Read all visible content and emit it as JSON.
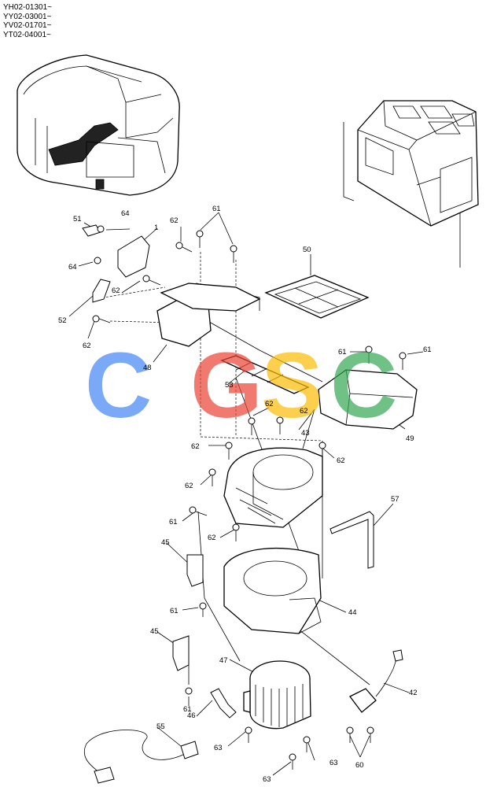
{
  "header_lines": [
    "YH02-01301~",
    "YY02-03001~",
    "YV02-01701~",
    "YT02-04001~"
  ],
  "watermark": {
    "letters": [
      "C",
      "G",
      "S",
      "C"
    ],
    "colors": [
      "#4285F4",
      "#EA4335",
      "#FBBC05",
      "#34A853"
    ]
  },
  "callouts": {
    "c1": "1",
    "c42": "42",
    "c43": "43",
    "c44": "44",
    "c45a": "45",
    "c45b": "45",
    "c46": "46",
    "c47": "47",
    "c48": "48",
    "c49": "49",
    "c50": "50",
    "c51": "51",
    "c52": "52",
    "c53": "53",
    "c55": "55",
    "c57": "57",
    "c60": "60",
    "c61a": "61",
    "c61b": "61",
    "c61c": "61",
    "c61d": "61",
    "c61e": "61",
    "c61f": "61",
    "c62a": "62",
    "c62b": "62",
    "c62c": "62",
    "c62d": "62",
    "c62e": "62",
    "c62f": "62",
    "c62g": "62",
    "c62h": "62",
    "c62i": "62",
    "c63a": "63",
    "c63b": "63",
    "c63c": "63",
    "c64a": "64",
    "c64b": "64"
  }
}
